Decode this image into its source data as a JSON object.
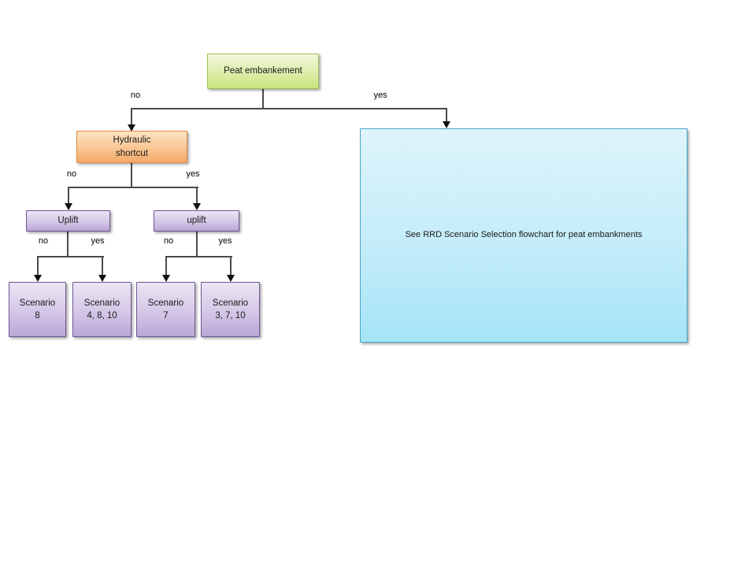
{
  "nodes": {
    "root": {
      "label": "Peat embankement"
    },
    "hydraulic_shortcut": {
      "lines": [
        "Hydraulic",
        "shortcut"
      ]
    },
    "uplift_left": {
      "label": "Uplift"
    },
    "uplift_right": {
      "label": "uplift"
    },
    "scenario_8": {
      "lines": [
        "Scenario",
        "8"
      ]
    },
    "scenario_4_8_10": {
      "lines": [
        "Scenario",
        "4, 8, 10"
      ]
    },
    "scenario_7": {
      "lines": [
        "Scenario",
        "7"
      ]
    },
    "scenario_3_7_10": {
      "lines": [
        "Scenario",
        "3, 7, 10"
      ]
    },
    "reference": {
      "label": "See RRD Scenario Selection flowchart for peat embankments"
    }
  },
  "edges": {
    "root_no": "no",
    "root_yes": "yes",
    "hydraulic_no": "no",
    "hydraulic_yes": "yes",
    "uplift_left_no": "no",
    "uplift_left_yes": "yes",
    "uplift_right_no": "no",
    "uplift_right_yes": "yes"
  },
  "colors": {
    "root_fill_top": "#f2f8dd",
    "root_fill_bottom": "#c9e47e",
    "root_border": "#9cc24f",
    "hydraulic_fill_top": "#fde3c6",
    "hydraulic_fill_bottom": "#f4a969",
    "hydraulic_border": "#e08b42",
    "uplift_fill_top": "#ebe5f4",
    "uplift_fill_bottom": "#b9a6d5",
    "uplift_border": "#6e5695",
    "reference_fill_top": "#def4fb",
    "reference_fill_bottom": "#a5e4f8",
    "reference_border": "#45a8ca",
    "connector": "#4a4a4a",
    "arrowhead": "#111111",
    "background": "#ffffff"
  }
}
